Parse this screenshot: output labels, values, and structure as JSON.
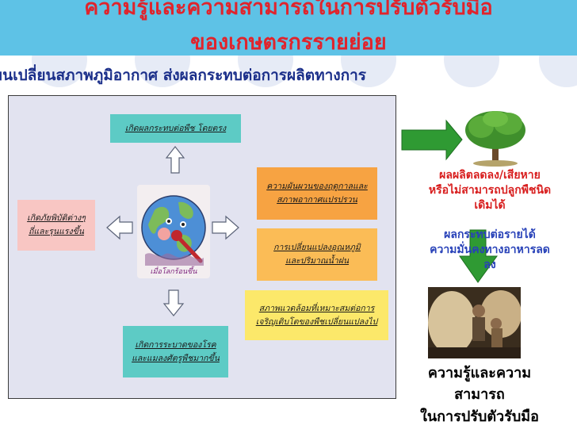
{
  "slide": {
    "title_line1": "ความรู้และความสามารถในการปรับตัวรับมือ",
    "title_line2": "ของเกษตรกรรายย่อย",
    "subtitle": "ยนเปลี่ยนสภาพภูมิอากาศ ส่งผลกระทบต่อการผลิตทางการ"
  },
  "diagram": {
    "center_caption": "เมื่อโลกร้อนขึ้น",
    "top_box": "เกิดผลกระทบต่อพืช โดยตรง",
    "left_box": {
      "line1": "เกิดภัยพิบัติต่างๆ",
      "line2": "ถี่และรุนแรงขึ้น"
    },
    "right_box_1": {
      "line1": "ความผันผวนของฤดูกาลและ",
      "line2": "สภาพอากาศแปรปรวน"
    },
    "right_box_2": {
      "line1": "การเปลี่ยนแปลงอุณหภูมิ",
      "line2": "และปริมาณน้ำฝน"
    },
    "right_box_3": {
      "line1": "สภาพแวดล้อมที่เหมาะสมต่อการ",
      "line2": "เจริญเติบโตของพืชเปลี่ยนแปลงไป"
    },
    "bottom_box": {
      "line1": "เกิดการระบาดของโรค",
      "line2": "และแมลงศัตรูพืชมากขึ้น"
    }
  },
  "right_column": {
    "red_text": [
      "ผลผลิตลดลง/เสียหาย",
      "หรือไม่สามารถปลูกพืชนิด",
      "เดิมได้"
    ],
    "blue_text": [
      "ผลกระทบต่อรายได้",
      "ความมั่นคงทางอาหารลด",
      "ลง"
    ],
    "bottom_title": [
      "ความรู้และความ",
      "สามารถ",
      "ในการปรับตัวรับมือ"
    ]
  },
  "colors": {
    "title_bar": "#5ec2e6",
    "title_text": "#e0242c",
    "subtitle_text": "#1b2f8a",
    "red_text": "#d81e1e",
    "blue_text": "#2741b8",
    "arrow_green": "#2f9a33"
  }
}
